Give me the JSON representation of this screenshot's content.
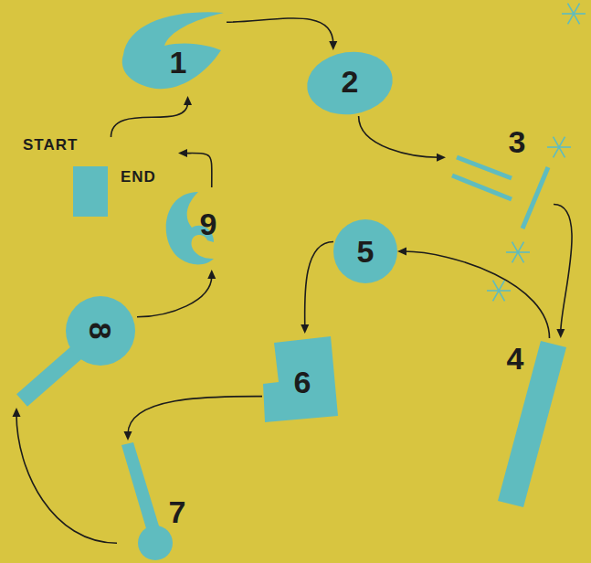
{
  "diagram": {
    "nodes": [
      {
        "text": [
          "1"
        ]
      },
      {
        "text": [
          "2"
        ]
      },
      {
        "text": [
          "3"
        ]
      },
      {
        "text": [
          "4"
        ]
      },
      {
        "text": [
          "5"
        ]
      },
      {
        "text": [
          "6"
        ]
      },
      {
        "text": [
          "7"
        ]
      },
      {
        "text": [
          "8"
        ]
      },
      {
        "text": [
          "9"
        ]
      },
      {
        "text": [
          "START",
          "END"
        ]
      }
    ],
    "edges": [
      {
        "from": 9,
        "to": 0,
        "arrow": "to"
      },
      {
        "from": 0,
        "to": 1,
        "arrow": "to"
      },
      {
        "from": 1,
        "to": 2,
        "arrow": "to"
      },
      {
        "from": 2,
        "to": 3,
        "arrow": "to"
      },
      {
        "from": 3,
        "to": 4,
        "arrow": "to"
      },
      {
        "from": 4,
        "to": 5,
        "arrow": "to"
      },
      {
        "from": 5,
        "to": 6,
        "arrow": "to"
      },
      {
        "from": 6,
        "to": 7,
        "arrow": "to"
      },
      {
        "from": 7,
        "to": 8,
        "arrow": "to"
      },
      {
        "from": 8,
        "to": 9,
        "arrow": "to"
      }
    ]
  }
}
